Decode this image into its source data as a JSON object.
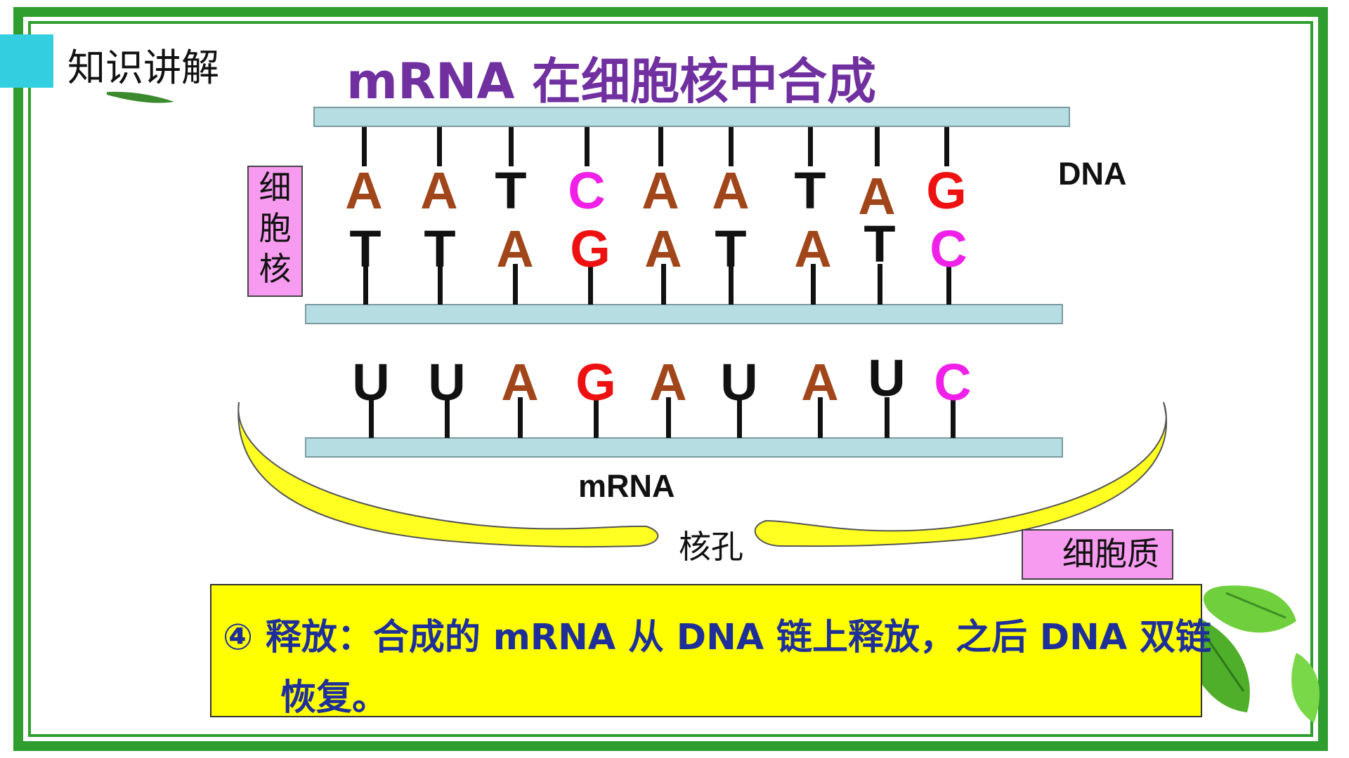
{
  "header": {
    "section_tag": "知识讲解",
    "title": "mRNA 在细胞核中合成"
  },
  "labels": {
    "dna": "DNA",
    "mrna": "mRNA",
    "nucleus": [
      "细",
      "胞",
      "核"
    ],
    "nuclear_pore": "核孔",
    "cytoplasm": "细胞质"
  },
  "colors": {
    "A": "#a0461a",
    "T": "#111111",
    "C": "#f020e8",
    "G": "#ee1111",
    "U": "#111111",
    "title": "#7030a0",
    "info_text": "#1f2f9a",
    "frame": "#2f9e2f"
  },
  "dna_top_strand": [
    "A",
    "A",
    "T",
    "C",
    "A",
    "A",
    "T",
    "A",
    "G"
  ],
  "dna_bottom_strand": [
    "T",
    "T",
    "A",
    "G",
    "A",
    "T",
    "A",
    "T",
    "C"
  ],
  "mrna_strand": [
    "U",
    "U",
    "A",
    "G",
    "A",
    "U",
    "A",
    "U",
    "C"
  ],
  "info": {
    "line1": "④ 释放：合成的 mRNA 从 DNA 链上释放，之后 DNA 双链",
    "line2": "恢复。"
  }
}
